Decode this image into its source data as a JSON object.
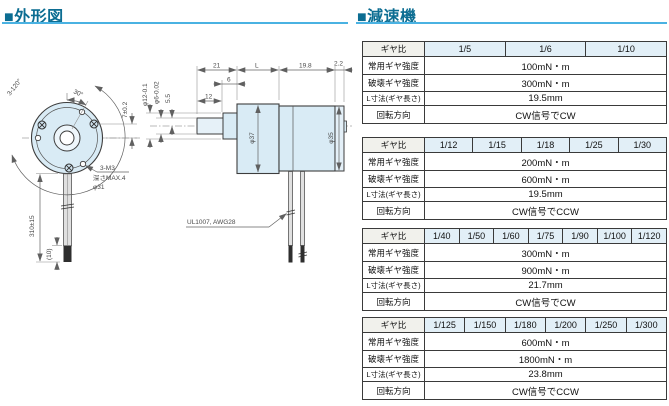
{
  "sections": {
    "outline": {
      "title": "■外形図"
    },
    "gearhead": {
      "title": "■減速機"
    }
  },
  "colors": {
    "title_text": "#0c6d92",
    "rule": "#4ab2e2",
    "table_border": "#333333",
    "ratio_cell_bg": "#e2eff7",
    "label_cell_bg": "#f1f1ec",
    "drawing_fill": "#d9ebf5"
  },
  "drawing": {
    "front": {
      "bolt_pattern_angle": "3-120°",
      "hole_angle": "30°",
      "hole_offset": "7±0.2",
      "tap_count": "3-M3",
      "tap_depth": "深さMAX.4",
      "tap_bcd": "φ31",
      "lead_length": "310±15",
      "lead_tip": "(10)"
    },
    "side": {
      "dim_front": "21",
      "dim_gear": "L",
      "dim_motor": "19.8",
      "dim_plate": "2.2",
      "dim_boss": "6",
      "dim_shaft": "12",
      "dia_boss": "φ12-0.1",
      "dia_shaft": "φ6-0.02",
      "dim_flat": "5.5",
      "dia_gearbox": "φ37",
      "dia_motorbody": "φ35",
      "wire_spec": "UL1007, AWG28"
    }
  },
  "tables": {
    "row_labels": [
      "ギヤ比",
      "常用ギヤ強度",
      "破壊ギヤ強度",
      "L寸法(ギヤ長さ)",
      "回転方向"
    ],
    "groups": [
      {
        "ratios": [
          "1/5",
          "1/6",
          "1/10"
        ],
        "values": [
          "100mN・m",
          "300mN・m",
          "19.5mm",
          "CW信号でCW"
        ]
      },
      {
        "ratios": [
          "1/12",
          "1/15",
          "1/18",
          "1/25",
          "1/30"
        ],
        "values": [
          "200mN・m",
          "600mN・m",
          "19.5mm",
          "CW信号でCCW"
        ]
      },
      {
        "ratios": [
          "1/40",
          "1/50",
          "1/60",
          "1/75",
          "1/90",
          "1/100",
          "1/120"
        ],
        "values": [
          "300mN・m",
          "900mN・m",
          "21.7mm",
          "CW信号でCW"
        ]
      },
      {
        "ratios": [
          "1/125",
          "1/150",
          "1/180",
          "1/200",
          "1/250",
          "1/300"
        ],
        "values": [
          "600mN・m",
          "1800mN・m",
          "23.8mm",
          "CW信号でCCW"
        ]
      }
    ]
  }
}
